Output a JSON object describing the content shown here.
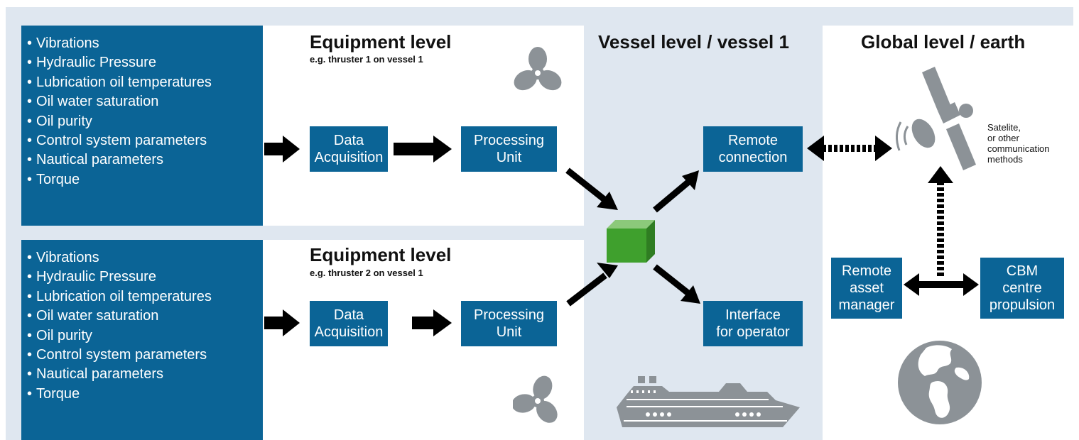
{
  "colors": {
    "panel_blue": "#0b6496",
    "background_light": "#dfe7f0",
    "arrow": "#000000",
    "icon_grey": "#8c9297",
    "node_green": "#3fa02d"
  },
  "equipment_1": {
    "heading": "Equipment level",
    "subheading": "e.g. thruster 1 on vessel 1",
    "params": [
      "Vibrations",
      "Hydraulic Pressure",
      "Lubrication oil temperatures",
      "Oil water saturation",
      "Oil purity",
      "Control system parameters",
      "Nautical parameters",
      "Torque"
    ],
    "data_acquisition": "Data\nAcquisition",
    "processing_unit": "Processing\nUnit",
    "icon": "propeller-icon"
  },
  "equipment_2": {
    "heading": "Equipment level",
    "subheading": "e.g. thruster 2 on vessel 1",
    "params": [
      "Vibrations",
      "Hydraulic Pressure",
      "Lubrication oil temperatures",
      "Oil water saturation",
      "Oil purity",
      "Control system parameters",
      "Nautical parameters",
      "Torque"
    ],
    "data_acquisition": "Data\nAcquisition",
    "processing_unit": "Processing\nUnit",
    "icon": "propeller-icon"
  },
  "vessel": {
    "heading": "Vessel level / vessel 1",
    "remote_connection": "Remote\nconnection",
    "interface_operator": "Interface\nfor operator",
    "hub_icon": "green-cube-icon",
    "ship_icon": "cruise-ship-icon"
  },
  "global": {
    "heading": "Global level / earth",
    "satellite_note": "Satelite,\nor other\ncommunication\nmethods",
    "remote_asset_manager": "Remote\nasset\nmanager",
    "cbm_centre": "CBM\ncentre\npropulsion",
    "satellite_icon": "satellite-icon",
    "globe_icon": "globe-icon"
  }
}
